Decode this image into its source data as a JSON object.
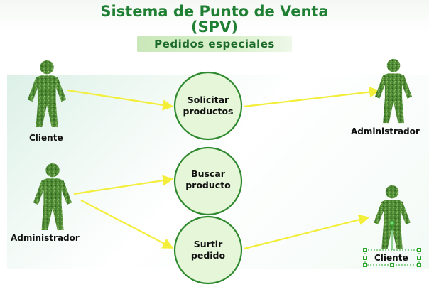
{
  "slide": {
    "title_line1": "Sistema de Punto de Venta",
    "title_line2": "(SPV)",
    "subtitle": "Pedidos especiales"
  },
  "actors": {
    "cliente_left": "Cliente",
    "administrador_left": "Administrador",
    "administrador_right": "Administrador",
    "cliente_right": "Cliente"
  },
  "use_cases": {
    "solicitar": [
      "Solicitar",
      "productos"
    ],
    "buscar": [
      "Buscar",
      "producto"
    ],
    "surtir": [
      "Surtir",
      "pedido"
    ]
  },
  "associations": [
    {
      "from": "Cliente",
      "to": "Solicitar productos"
    },
    {
      "from": "Solicitar productos",
      "to": "Administrador"
    },
    {
      "from": "Administrador",
      "to": "Buscar producto"
    },
    {
      "from": "Administrador",
      "to": "Surtir pedido"
    },
    {
      "from": "Surtir pedido",
      "to": "Cliente"
    }
  ],
  "colors": {
    "title": "#1f7f32",
    "association_line": "#f2ee3a",
    "use_case_fill": "#e6f6d9",
    "use_case_stroke": "#2f8a2f",
    "actor_fill": "#4e8a34",
    "selection_handle": "#2aa52a"
  },
  "icons": [
    "actor-figure-icon",
    "arrowhead-icon"
  ]
}
